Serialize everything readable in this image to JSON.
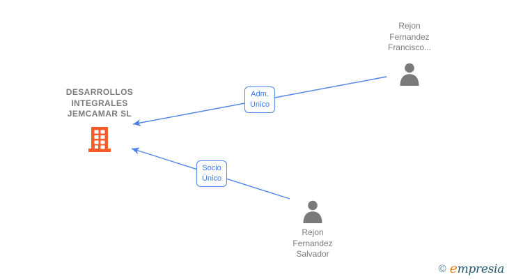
{
  "colors": {
    "accent_blue": "#4d83e8",
    "edge_label_blue": "#3d7ae4",
    "node_text_gray": "#7b7b7b",
    "person_icon_gray": "#7a7a7a",
    "building_orange": "#fb5a2b",
    "logo_copyright_teal": "#4e8596",
    "logo_e_orange": "#ee7d1b",
    "logo_text_teal": "#23586f"
  },
  "diagram": {
    "company": {
      "name": "DESARROLLOS\nINTEGRALES\nJEMCAMAR SL",
      "icon": "building-icon"
    },
    "persons": [
      {
        "name": "Rejon\nFernandez\nFrancisco...",
        "icon": "person-icon"
      },
      {
        "name": "Rejon\nFernandez\nSalvador",
        "icon": "person-icon"
      }
    ],
    "edges": [
      {
        "label": "Adm.\nUnico",
        "from": "Rejon Fernandez Francisco...",
        "to": "DESARROLLOS INTEGRALES JEMCAMAR SL"
      },
      {
        "label": "Socio\nÚnico",
        "from": "Rejon Fernandez Salvador",
        "to": "DESARROLLOS INTEGRALES JEMCAMAR SL"
      }
    ]
  },
  "footer": {
    "copyright_symbol": "©",
    "brand_initial": "e",
    "brand_rest": "mpresia"
  }
}
